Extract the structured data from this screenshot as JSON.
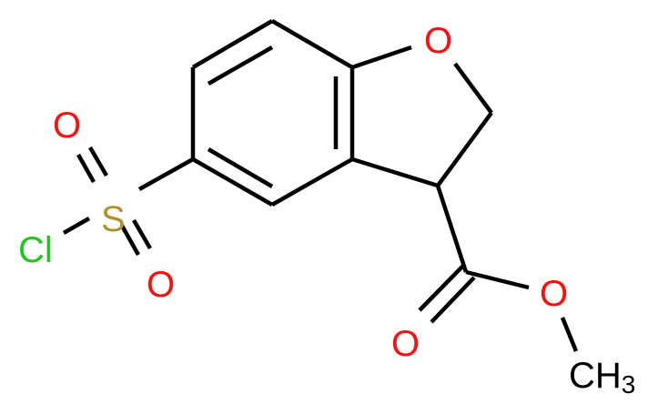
{
  "diagram": {
    "type": "chemical-structure",
    "compound": "methyl 5-(chlorosulfonyl)-2,3-dihydro-1-benzofuran-3-carboxylate",
    "colors": {
      "bond": "#000000",
      "oxygen": "#ff0d0d",
      "sulfur": "#b2902a",
      "chlorine": "#1fc81f",
      "carbon": "#000000",
      "background": "#ffffff"
    },
    "atoms": {
      "ring_oxygen": "O",
      "carbonyl_oxygen": "O",
      "ester_oxygen": "O",
      "methyl": "CH",
      "methyl_subscript": "3",
      "sulfur": "S",
      "sulfonyl_oxygen_top": "O",
      "sulfonyl_oxygen_bottom": "O",
      "chlorine": "Cl"
    }
  }
}
